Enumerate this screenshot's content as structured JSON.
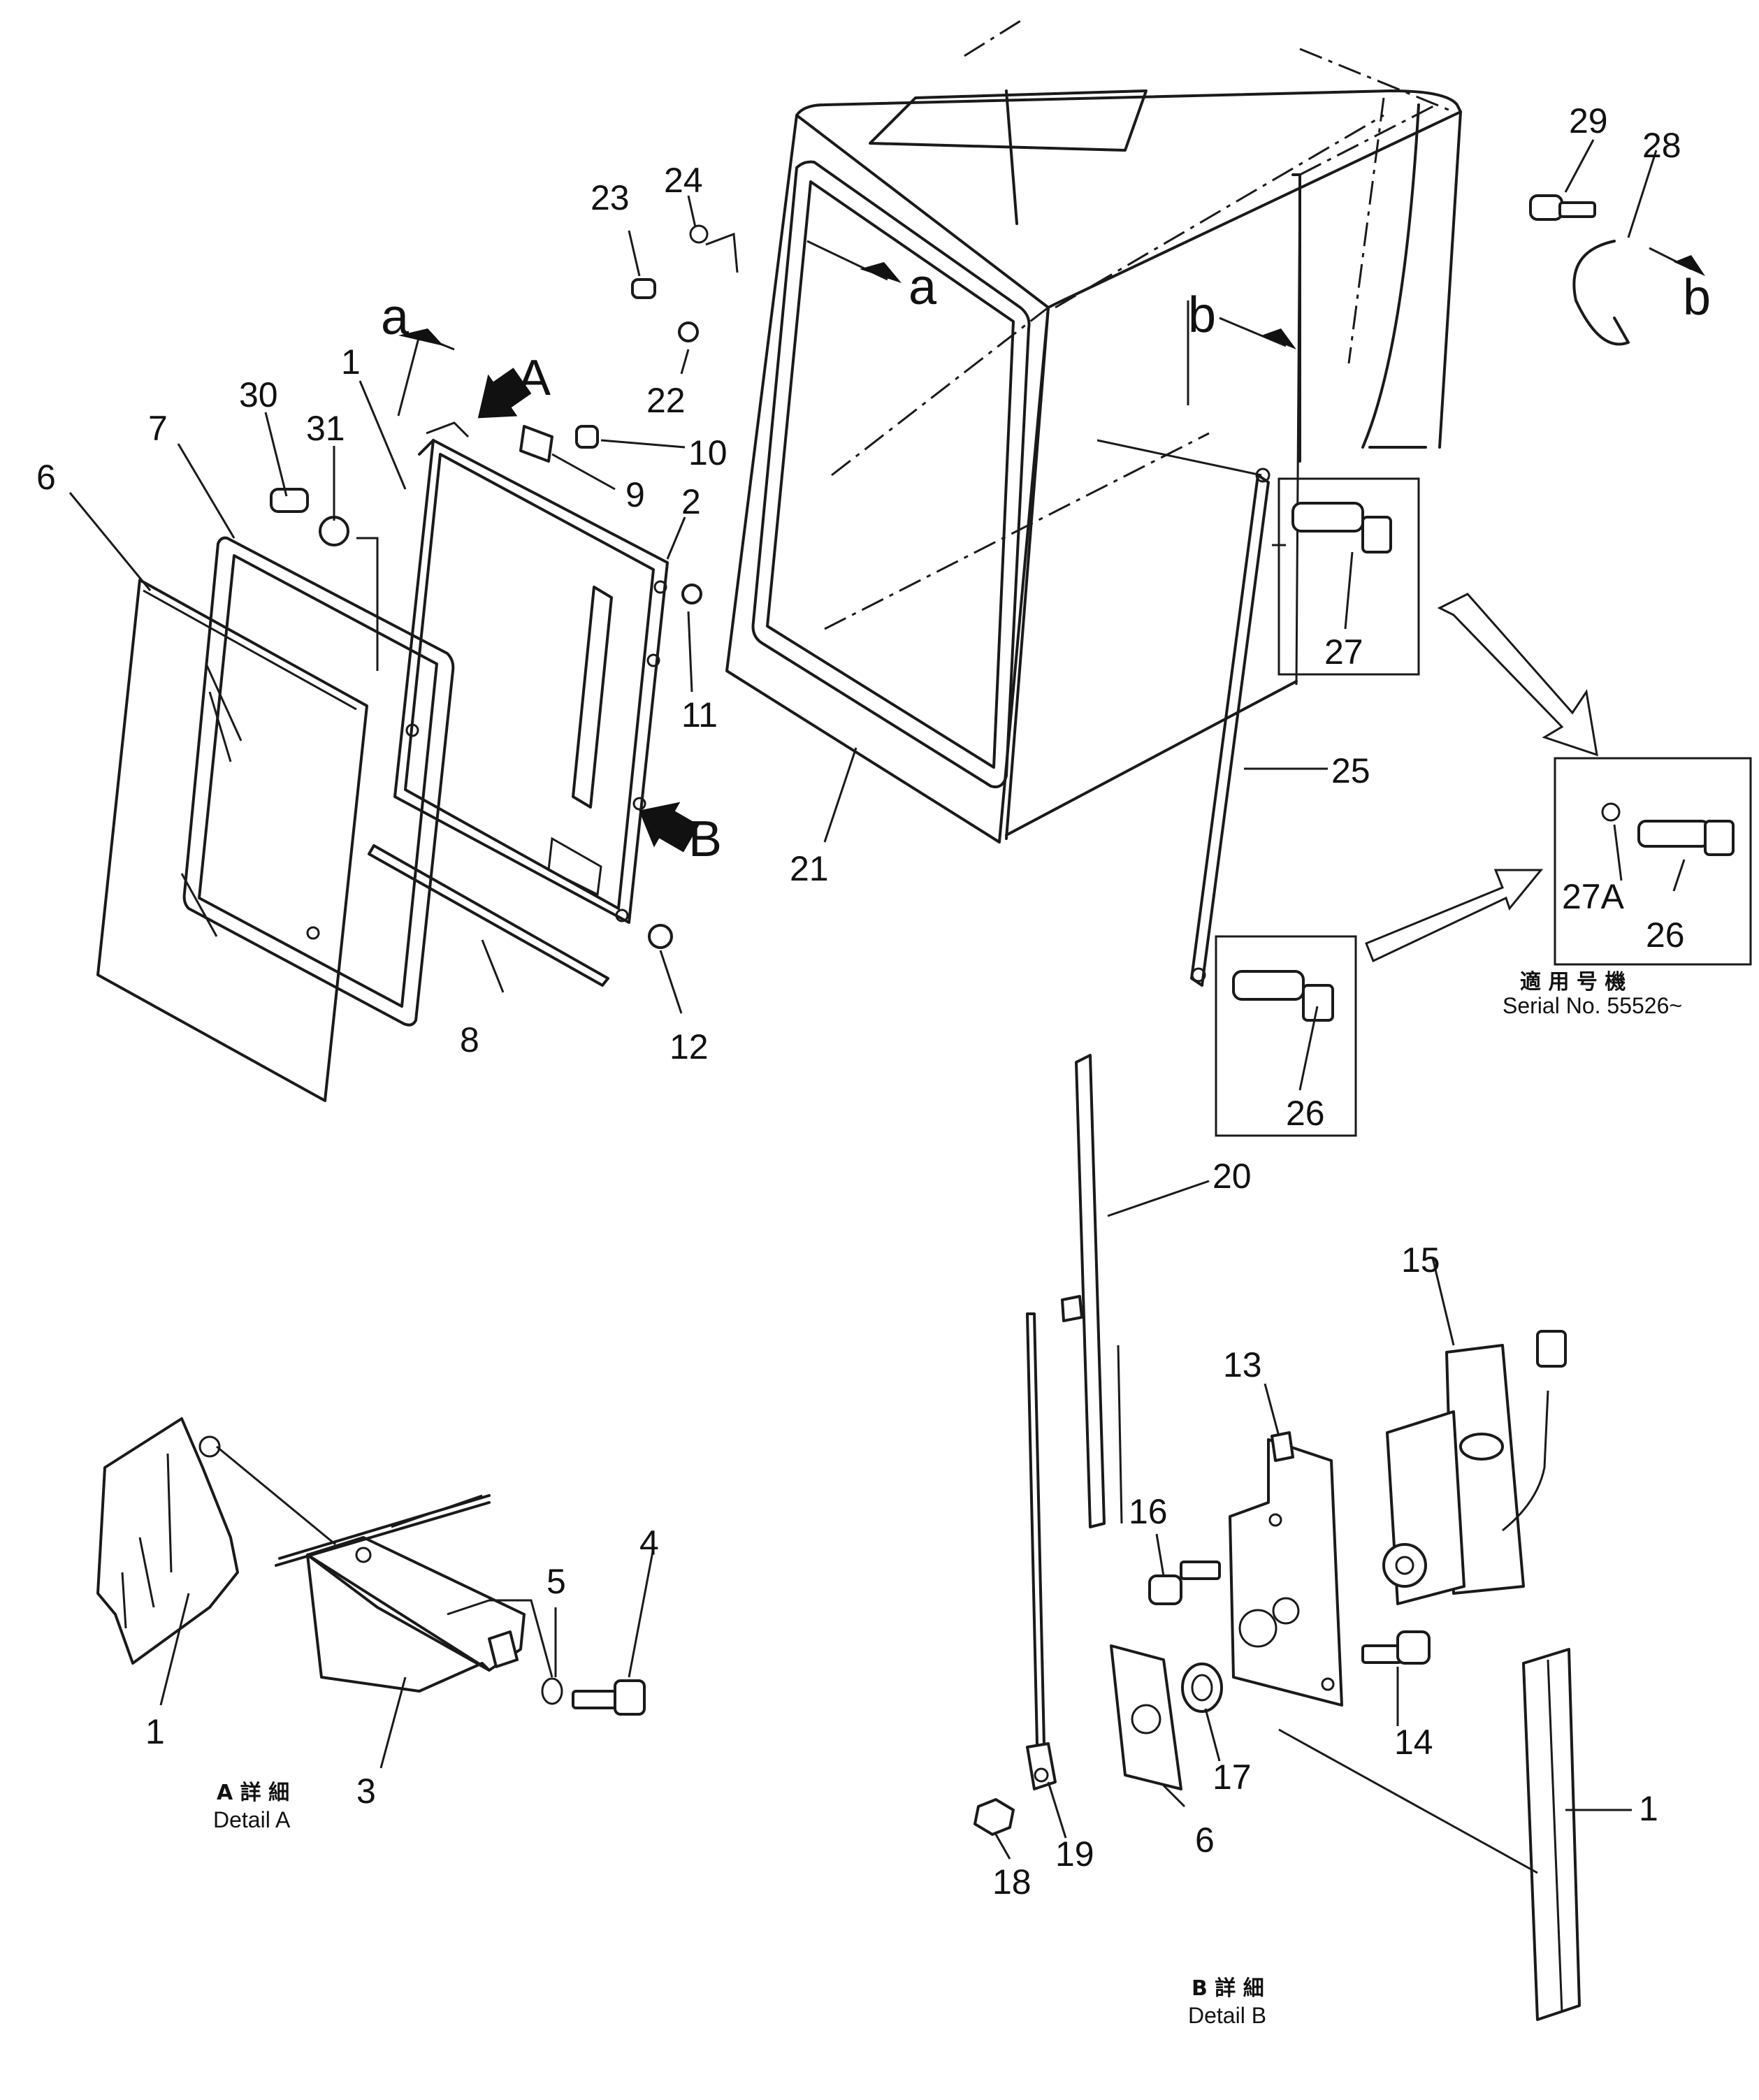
{
  "callouts": {
    "n1": "1",
    "n2": "2",
    "n3": "3",
    "n4": "4",
    "n5": "5",
    "n6": "6",
    "n7": "7",
    "n8": "8",
    "n9": "9",
    "n10": "10",
    "n11": "11",
    "n12": "12",
    "n13": "13",
    "n14": "14",
    "n15": "15",
    "n16": "16",
    "n17": "17",
    "n18": "18",
    "n19": "19",
    "n20": "20",
    "n21": "21",
    "n22": "22",
    "n23": "23",
    "n24": "24",
    "n25": "25",
    "n26": "26",
    "n27": "27",
    "n27a": "27A",
    "n28": "28",
    "n29": "29",
    "n30": "30",
    "n31": "31"
  },
  "refs": {
    "a": "a",
    "b": "b",
    "A": "A",
    "B": "B"
  },
  "captions": {
    "detail_a_jp": "A 詳 細",
    "detail_a_en": "Detail A",
    "detail_b_jp": "B 詳 細",
    "detail_b_en": "Detail B",
    "serial_jp": "適 用 号 機",
    "serial_en": "Serial No. 55526~"
  }
}
